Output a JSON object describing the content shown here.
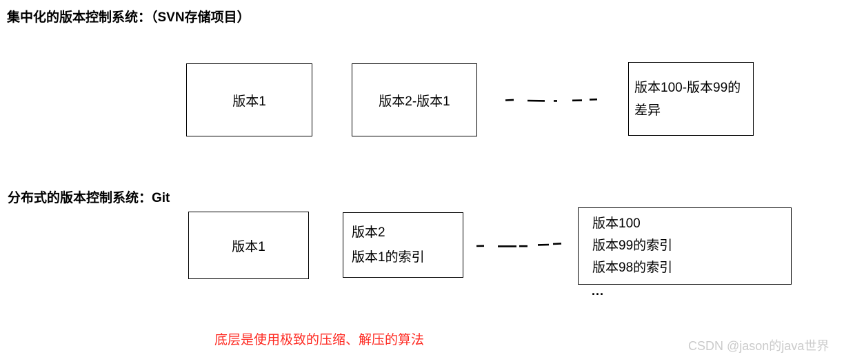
{
  "sections": {
    "centralized": {
      "heading": "集中化的版本控制系统：（SVN存储项目）",
      "boxes": [
        {
          "lines": [
            "版本1"
          ]
        },
        {
          "lines": [
            "版本2-版本1"
          ]
        },
        {
          "lines": [
            "版本100-版本99的",
            "差异"
          ]
        }
      ]
    },
    "distributed": {
      "heading": "分布式的版本控制系统：Git",
      "boxes": [
        {
          "lines": [
            "版本1"
          ]
        },
        {
          "lines": [
            "版本2",
            "版本1的索引"
          ]
        },
        {
          "lines": [
            "版本100",
            "版本99的索引",
            "版本98的索引"
          ]
        }
      ],
      "ellipsis": "..."
    }
  },
  "note": {
    "text": "底层是使用极致的压缩、解压的算法",
    "color": "#fe2c24"
  },
  "watermark": {
    "text": "CSDN @jason的java世界",
    "color": "#cbcbcb"
  },
  "colors": {
    "box_border": "#000000",
    "text": "#000000",
    "background": "#ffffff"
  }
}
